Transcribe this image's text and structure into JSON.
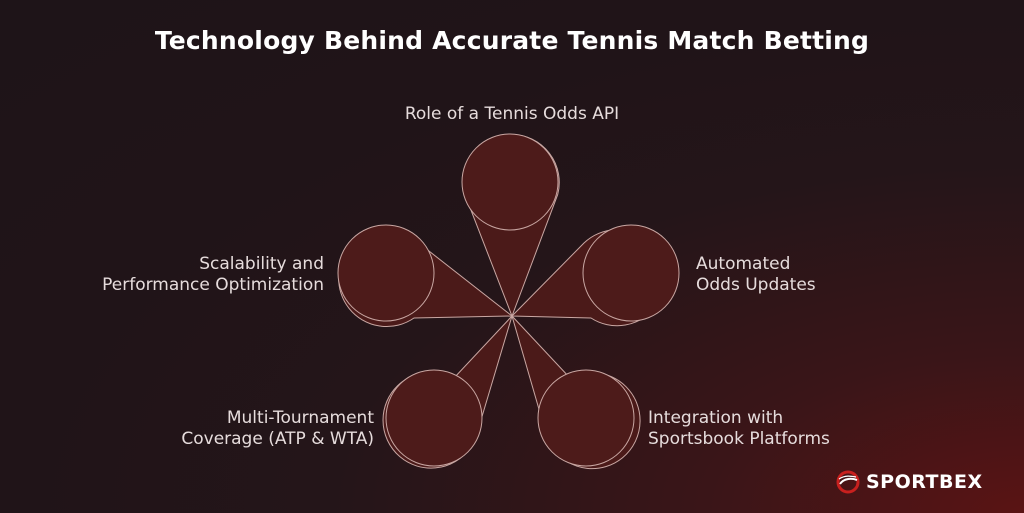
{
  "title": "Technology Behind Accurate Tennis Match Betting",
  "items": [
    {
      "label": "Role of a Tennis Odds API"
    },
    {
      "label": "Automated\nOdds Updates"
    },
    {
      "label": "Integration with\nSportsbook Platforms"
    },
    {
      "label": "Multi-Tournament\nCoverage (ATP & WTA)"
    },
    {
      "label": "Scalability and\nPerformance Optimization"
    }
  ],
  "brand": {
    "name": "SPORTBEX",
    "accent": "#c8201e"
  },
  "colors": {
    "petal_fill": "#4b1a19",
    "petal_stroke": "#c9a7a3"
  }
}
